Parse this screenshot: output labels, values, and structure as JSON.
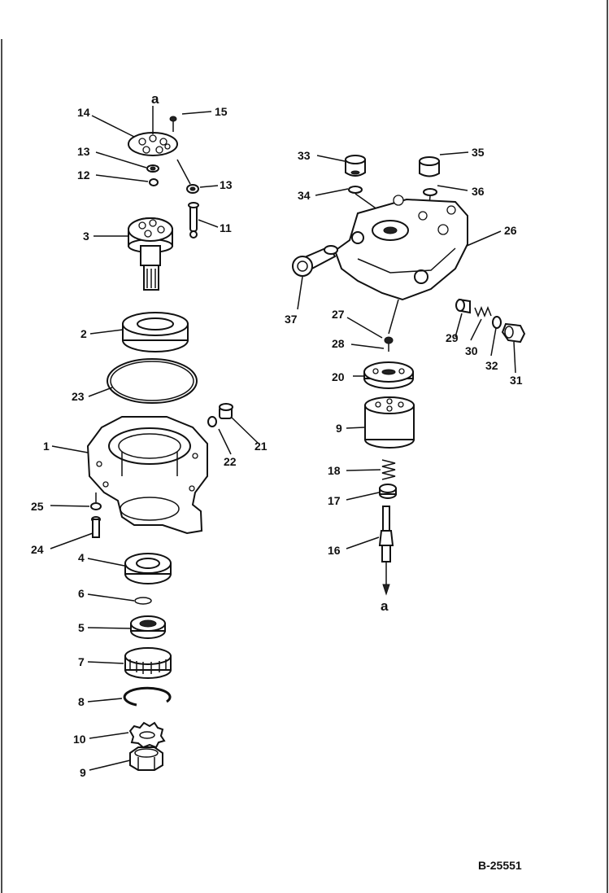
{
  "figure_code": "B-25551",
  "callouts": [
    {
      "id": "l14",
      "text": "14"
    },
    {
      "id": "la1",
      "text": "a"
    },
    {
      "id": "l15",
      "text": "15"
    },
    {
      "id": "l13a",
      "text": "13"
    },
    {
      "id": "l12",
      "text": "12"
    },
    {
      "id": "l13b",
      "text": "13"
    },
    {
      "id": "l11",
      "text": "11"
    },
    {
      "id": "l3",
      "text": "3"
    },
    {
      "id": "l2",
      "text": "2"
    },
    {
      "id": "l23",
      "text": "23"
    },
    {
      "id": "l1",
      "text": "1"
    },
    {
      "id": "l22",
      "text": "22"
    },
    {
      "id": "l21",
      "text": "21"
    },
    {
      "id": "l25",
      "text": "25"
    },
    {
      "id": "l24",
      "text": "24"
    },
    {
      "id": "l4",
      "text": "4"
    },
    {
      "id": "l6",
      "text": "6"
    },
    {
      "id": "l5",
      "text": "5"
    },
    {
      "id": "l7",
      "text": "7"
    },
    {
      "id": "l8",
      "text": "8"
    },
    {
      "id": "l10",
      "text": "10"
    },
    {
      "id": "l9a",
      "text": "9"
    },
    {
      "id": "l33",
      "text": "33"
    },
    {
      "id": "l35",
      "text": "35"
    },
    {
      "id": "l34",
      "text": "34"
    },
    {
      "id": "l36",
      "text": "36"
    },
    {
      "id": "l26",
      "text": "26"
    },
    {
      "id": "l37",
      "text": "37"
    },
    {
      "id": "l27",
      "text": "27"
    },
    {
      "id": "l29",
      "text": "29"
    },
    {
      "id": "l28",
      "text": "28"
    },
    {
      "id": "l30",
      "text": "30"
    },
    {
      "id": "l32",
      "text": "32"
    },
    {
      "id": "l31",
      "text": "31"
    },
    {
      "id": "l20",
      "text": "20"
    },
    {
      "id": "l9b",
      "text": "9"
    },
    {
      "id": "l18",
      "text": "18"
    },
    {
      "id": "l17",
      "text": "17"
    },
    {
      "id": "l16",
      "text": "16"
    },
    {
      "id": "la2",
      "text": "a"
    }
  ]
}
